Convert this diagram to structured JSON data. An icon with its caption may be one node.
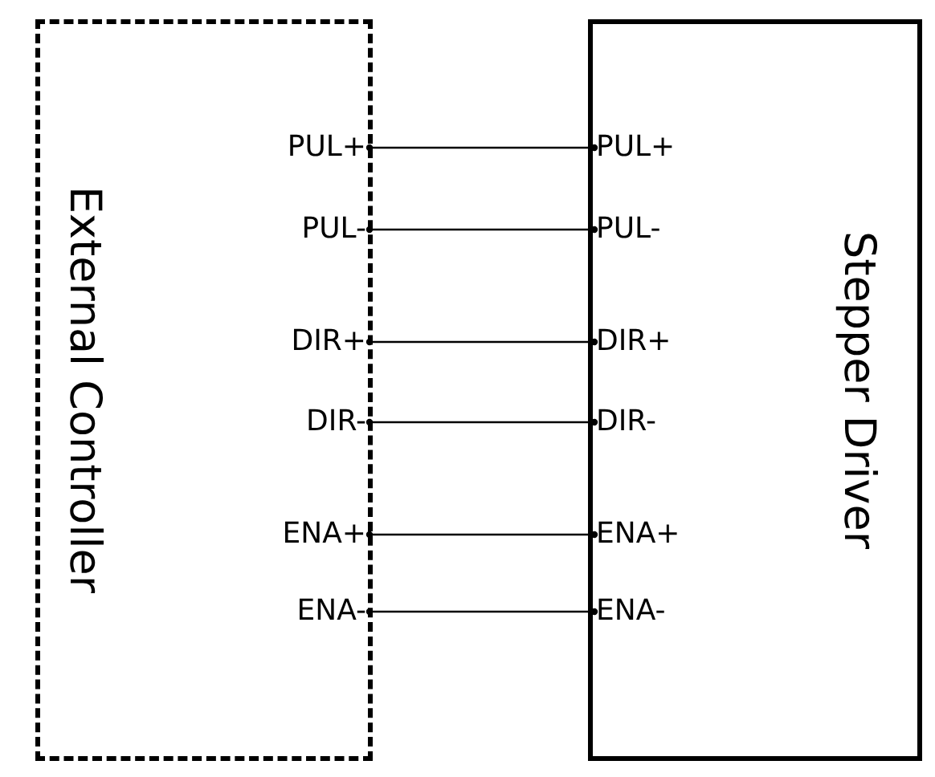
{
  "diagram": {
    "nodes": [
      {
        "text": [
          "External Controller"
        ]
      },
      {
        "text": [
          "PUL+"
        ],
        "in": 0
      },
      {
        "text": [
          "PUL-"
        ],
        "in": 0
      },
      {
        "text": [
          "DIR+"
        ],
        "in": 0
      },
      {
        "text": [
          "DIR-"
        ],
        "in": 0
      },
      {
        "text": [
          "ENA+"
        ],
        "in": 0
      },
      {
        "text": [
          "ENA-"
        ],
        "in": 0
      },
      {
        "text": [
          "Stepper Driver"
        ]
      },
      {
        "text": [
          "PUL+"
        ],
        "in": 7
      },
      {
        "text": [
          "PUL-"
        ],
        "in": 7
      },
      {
        "text": [
          "DIR+"
        ],
        "in": 7
      },
      {
        "text": [
          "DIR-"
        ],
        "in": 7
      },
      {
        "text": [
          "ENA+"
        ],
        "in": 7
      },
      {
        "text": [
          "ENA-"
        ],
        "in": 7
      }
    ],
    "edges": [
      {
        "from": 1,
        "to": 8,
        "arrow": "other"
      },
      {
        "from": 2,
        "to": 9,
        "arrow": "other"
      },
      {
        "from": 3,
        "to": 10,
        "arrow": "other"
      },
      {
        "from": 4,
        "to": 11,
        "arrow": "other"
      },
      {
        "from": 5,
        "to": 12,
        "arrow": "other"
      },
      {
        "from": 6,
        "to": 13,
        "arrow": "other"
      }
    ]
  }
}
